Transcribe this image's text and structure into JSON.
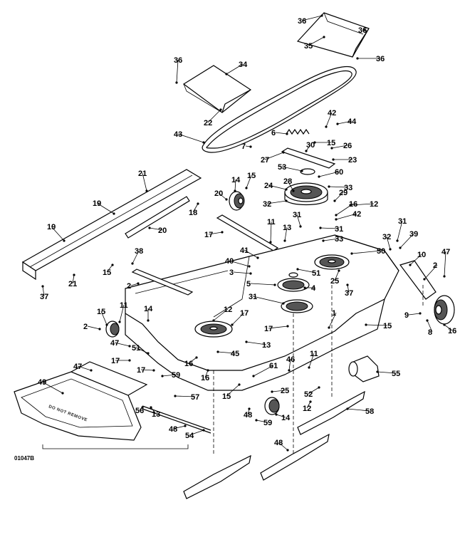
{
  "drawing_code": "01047B",
  "chute_stamp": "DO NOT REMOVE",
  "callouts": [
    {
      "n": "36"
    },
    {
      "n": "35"
    },
    {
      "n": "36"
    },
    {
      "n": "36"
    },
    {
      "n": "34"
    },
    {
      "n": "36"
    },
    {
      "n": "22"
    },
    {
      "n": "43"
    },
    {
      "n": "42"
    },
    {
      "n": "44"
    },
    {
      "n": "6"
    },
    {
      "n": "7"
    },
    {
      "n": "30"
    },
    {
      "n": "15"
    },
    {
      "n": "26"
    },
    {
      "n": "23"
    },
    {
      "n": "27"
    },
    {
      "n": "53"
    },
    {
      "n": "60"
    },
    {
      "n": "28"
    },
    {
      "n": "24"
    },
    {
      "n": "33"
    },
    {
      "n": "29"
    },
    {
      "n": "32"
    },
    {
      "n": "12"
    },
    {
      "n": "14"
    },
    {
      "n": "15"
    },
    {
      "n": "20"
    },
    {
      "n": "21"
    },
    {
      "n": "18"
    },
    {
      "n": "19"
    },
    {
      "n": "20"
    },
    {
      "n": "19"
    },
    {
      "n": "21"
    },
    {
      "n": "37"
    },
    {
      "n": "17"
    },
    {
      "n": "11"
    },
    {
      "n": "31"
    },
    {
      "n": "13"
    },
    {
      "n": "16"
    },
    {
      "n": "31"
    },
    {
      "n": "42"
    },
    {
      "n": "33"
    },
    {
      "n": "31"
    },
    {
      "n": "32"
    },
    {
      "n": "39"
    },
    {
      "n": "38"
    },
    {
      "n": "15"
    },
    {
      "n": "41"
    },
    {
      "n": "40"
    },
    {
      "n": "3"
    },
    {
      "n": "51"
    },
    {
      "n": "50"
    },
    {
      "n": "10"
    },
    {
      "n": "47"
    },
    {
      "n": "2"
    },
    {
      "n": "25"
    },
    {
      "n": "5"
    },
    {
      "n": "4"
    },
    {
      "n": "31"
    },
    {
      "n": "37"
    },
    {
      "n": "2"
    },
    {
      "n": "12"
    },
    {
      "n": "15"
    },
    {
      "n": "11"
    },
    {
      "n": "14"
    },
    {
      "n": "2"
    },
    {
      "n": "17"
    },
    {
      "n": "17"
    },
    {
      "n": "1"
    },
    {
      "n": "15"
    },
    {
      "n": "9"
    },
    {
      "n": "8"
    },
    {
      "n": "16"
    },
    {
      "n": "47"
    },
    {
      "n": "51"
    },
    {
      "n": "13"
    },
    {
      "n": "17"
    },
    {
      "n": "45"
    },
    {
      "n": "16"
    },
    {
      "n": "11"
    },
    {
      "n": "16"
    },
    {
      "n": "46"
    },
    {
      "n": "17"
    },
    {
      "n": "59"
    },
    {
      "n": "47"
    },
    {
      "n": "61"
    },
    {
      "n": "55"
    },
    {
      "n": "49"
    },
    {
      "n": "15"
    },
    {
      "n": "25"
    },
    {
      "n": "52"
    },
    {
      "n": "57"
    },
    {
      "n": "56"
    },
    {
      "n": "13"
    },
    {
      "n": "12"
    },
    {
      "n": "48"
    },
    {
      "n": "14"
    },
    {
      "n": "58"
    },
    {
      "n": "59"
    },
    {
      "n": "48"
    },
    {
      "n": "54"
    },
    {
      "n": "48"
    }
  ]
}
